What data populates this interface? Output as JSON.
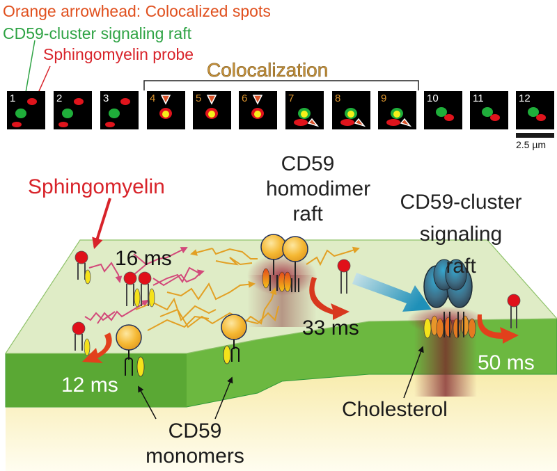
{
  "legend": {
    "arrowhead_note": "Orange arrowhead: Colocalized spots",
    "green_label": "CD59-cluster signaling raft",
    "red_label": "Sphingomyelin probe"
  },
  "colocalization": {
    "title": "Colocalization",
    "frames_range": [
      4,
      9
    ]
  },
  "frames": [
    {
      "n": "1",
      "coloc": false
    },
    {
      "n": "2",
      "coloc": false
    },
    {
      "n": "3",
      "coloc": false
    },
    {
      "n": "4",
      "coloc": true
    },
    {
      "n": "5",
      "coloc": true
    },
    {
      "n": "6",
      "coloc": true
    },
    {
      "n": "7",
      "coloc": true
    },
    {
      "n": "8",
      "coloc": true
    },
    {
      "n": "9",
      "coloc": true
    },
    {
      "n": "10",
      "coloc": false
    },
    {
      "n": "11",
      "coloc": false
    },
    {
      "n": "12",
      "coloc": false
    }
  ],
  "scalebar": {
    "label": "2.5 µm"
  },
  "diagram": {
    "sphingomyelin_label": "Sphingomyelin",
    "homodimer_label": [
      "CD59",
      "homodimer",
      "raft"
    ],
    "cluster_label": [
      "CD59-cluster",
      "signaling",
      "raft"
    ],
    "monomers_label": [
      "CD59",
      "monomers"
    ],
    "cholesterol_label": "Cholesterol",
    "times": {
      "free": "16 ms",
      "homodimer": "33 ms",
      "monomer": "12 ms",
      "cluster": "50 ms"
    }
  },
  "colors": {
    "legend_orange": "#e0501e",
    "legend_green": "#2ea344",
    "legend_red": "#d8232a",
    "coloc_gold": "#c8923a",
    "membrane_top": "#dfecc6",
    "membrane_side": "#5fae3a",
    "cytoplasm": "#fbf4c4",
    "cd59_head": "#f5b833",
    "sm_head": "#e0101a",
    "signaling_blue": "#4a86a0",
    "flow_arrow": "#2a9cc0"
  }
}
